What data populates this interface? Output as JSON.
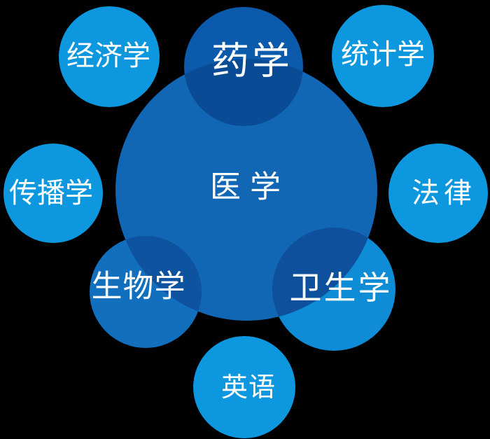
{
  "diagram": {
    "central": {
      "label": "医学"
    },
    "inner": {
      "pharmacy": {
        "label": "药学"
      },
      "biology": {
        "label": "生物学"
      },
      "hygiene": {
        "label": "卫生学"
      }
    },
    "satellites": {
      "economics": {
        "label": "经济学"
      },
      "statistics": {
        "label": "统计学"
      },
      "communication": {
        "label": "传播学"
      },
      "law": {
        "label": "法律"
      },
      "english": {
        "label": "英语"
      }
    }
  },
  "colors": {
    "background": "#000000",
    "satellite_fill": "#0d97de",
    "central_fill": "#1267b4",
    "pharmacy_fill": "#0b5aab",
    "pharmacy_overlap_fill": "#0a4b96",
    "biology_fill": "#126fbe",
    "biology_overlap_fill": "#0d53a0",
    "hygiene_fill": "#0e8cd6",
    "hygiene_overlap_fill": "#0e509c",
    "label_color": "#ffffff"
  }
}
